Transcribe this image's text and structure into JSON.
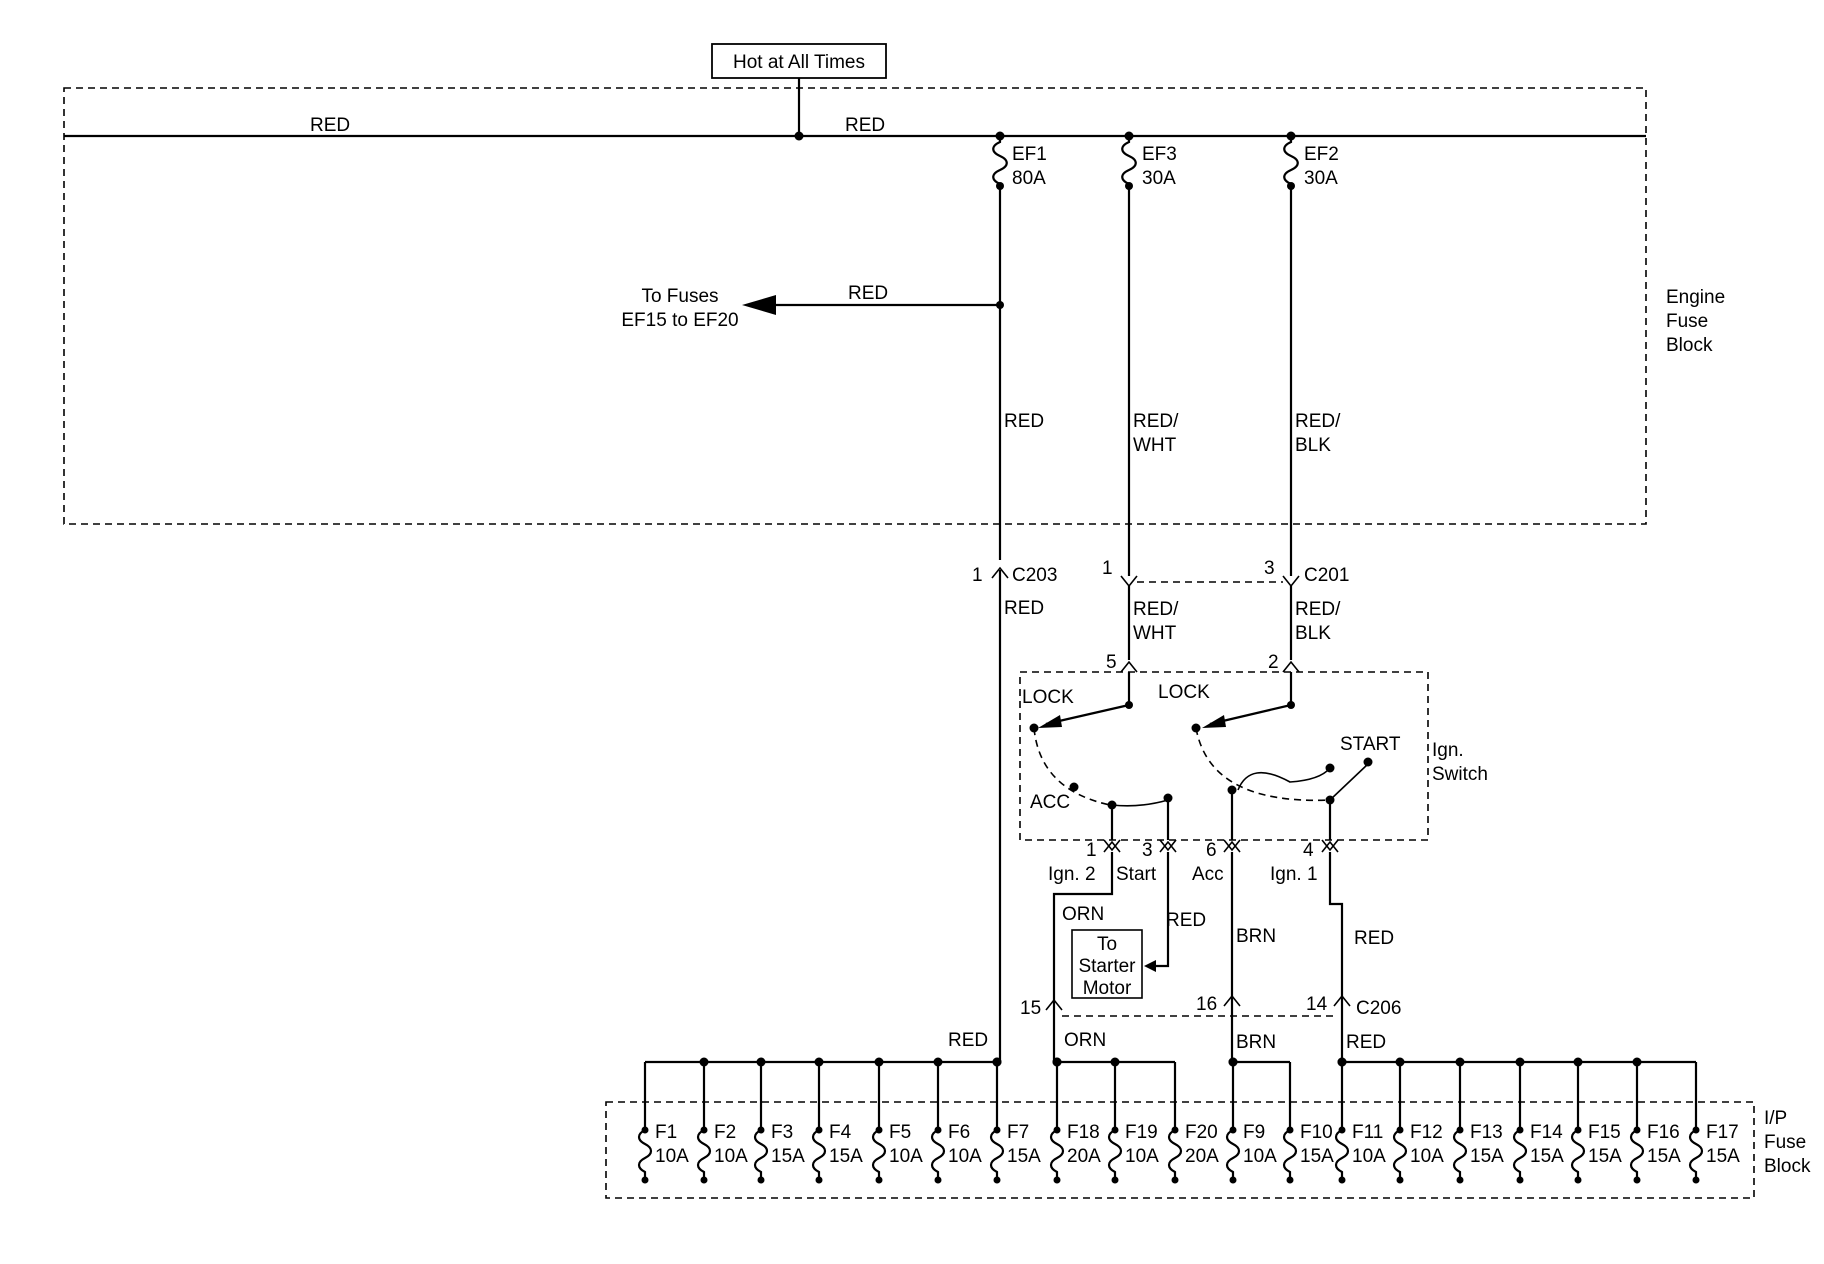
{
  "header": {
    "hot_label": "Hot at All Times"
  },
  "wires": {
    "red": "RED",
    "red_wht_1": "RED/",
    "red_wht_2": "WHT",
    "red_blk_1": "RED/",
    "red_blk_2": "BLK",
    "orn": "ORN",
    "brn": "BRN"
  },
  "engine_fuses": [
    {
      "name": "EF1",
      "rating": "80A"
    },
    {
      "name": "EF3",
      "rating": "30A"
    },
    {
      "name": "EF2",
      "rating": "30A"
    }
  ],
  "to_fuses": {
    "line1": "To Fuses",
    "line2": "EF15 to EF20"
  },
  "engine_block": {
    "line1": "Engine",
    "line2": "Fuse",
    "line3": "Block"
  },
  "connectors": {
    "c203": "C203",
    "c201": "C201",
    "c206": "C206",
    "pin1": "1",
    "pin2": "2",
    "pin3": "3",
    "pin4": "4",
    "pin5": "5",
    "pin6": "6",
    "pin14": "14",
    "pin15": "15",
    "pin16": "16"
  },
  "ign_switch": {
    "lock": "LOCK",
    "acc": "ACC",
    "start": "START",
    "line1": "Ign.",
    "line2": "Switch"
  },
  "outputs": {
    "ign2": "Ign. 2",
    "start": "Start",
    "acc": "Acc",
    "ign1": "Ign. 1"
  },
  "starter": {
    "line1": "To",
    "line2": "Starter",
    "line3": "Motor"
  },
  "ip_fuses": [
    {
      "name": "F1",
      "rating": "10A"
    },
    {
      "name": "F2",
      "rating": "10A"
    },
    {
      "name": "F3",
      "rating": "15A"
    },
    {
      "name": "F4",
      "rating": "15A"
    },
    {
      "name": "F5",
      "rating": "10A"
    },
    {
      "name": "F6",
      "rating": "10A"
    },
    {
      "name": "F7",
      "rating": "15A"
    },
    {
      "name": "F18",
      "rating": "20A"
    },
    {
      "name": "F19",
      "rating": "10A"
    },
    {
      "name": "F20",
      "rating": "20A"
    },
    {
      "name": "F9",
      "rating": "10A"
    },
    {
      "name": "F10",
      "rating": "15A"
    },
    {
      "name": "F11",
      "rating": "10A"
    },
    {
      "name": "F12",
      "rating": "10A"
    },
    {
      "name": "F13",
      "rating": "15A"
    },
    {
      "name": "F14",
      "rating": "15A"
    },
    {
      "name": "F15",
      "rating": "15A"
    },
    {
      "name": "F16",
      "rating": "15A"
    },
    {
      "name": "F17",
      "rating": "15A"
    }
  ],
  "ip_block": {
    "line1": "I/P",
    "line2": "Fuse",
    "line3": "Block"
  }
}
